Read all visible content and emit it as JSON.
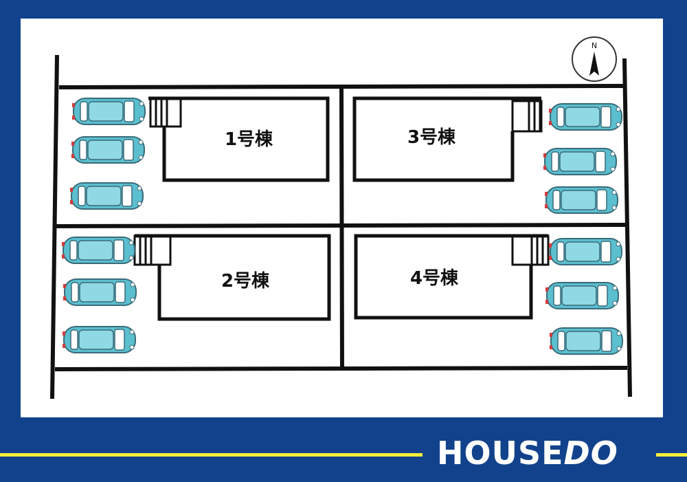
{
  "buildings": [
    {
      "id": "b1",
      "label": "1号棟"
    },
    {
      "id": "b2",
      "label": "2号棟"
    },
    {
      "id": "b3",
      "label": "3号棟"
    },
    {
      "id": "b4",
      "label": "4号棟"
    }
  ],
  "compass": {
    "label": "N"
  },
  "brand": {
    "house": "HOUSE",
    "do": "DO"
  },
  "colors": {
    "frame": "#13428c",
    "car": "#5bbfcf",
    "stripe": "#f6ee3a"
  }
}
